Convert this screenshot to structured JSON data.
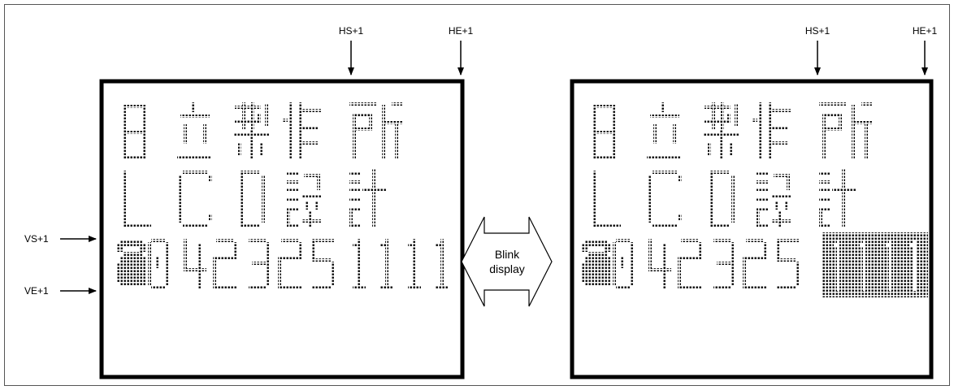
{
  "left_panel": {
    "markers": {
      "hs": "HS+1",
      "he": "HE+1",
      "vs": "VS+1",
      "ve": "VE+1"
    },
    "row1": "日立製作所",
    "row2": "LCD設計",
    "row3_icon": "telephone-icon",
    "row3_digits": "042325",
    "row3_tail": "1111"
  },
  "center": {
    "label_line1": "Blink",
    "label_line2": "display"
  },
  "right_panel": {
    "markers": {
      "hs": "HS+1",
      "he": "HE+1"
    },
    "row1": "日立製作所",
    "row2": "LCD設計",
    "row3_icon": "telephone-icon",
    "row3_digits": "042325",
    "row3_tail_state": "reversed blocks"
  }
}
